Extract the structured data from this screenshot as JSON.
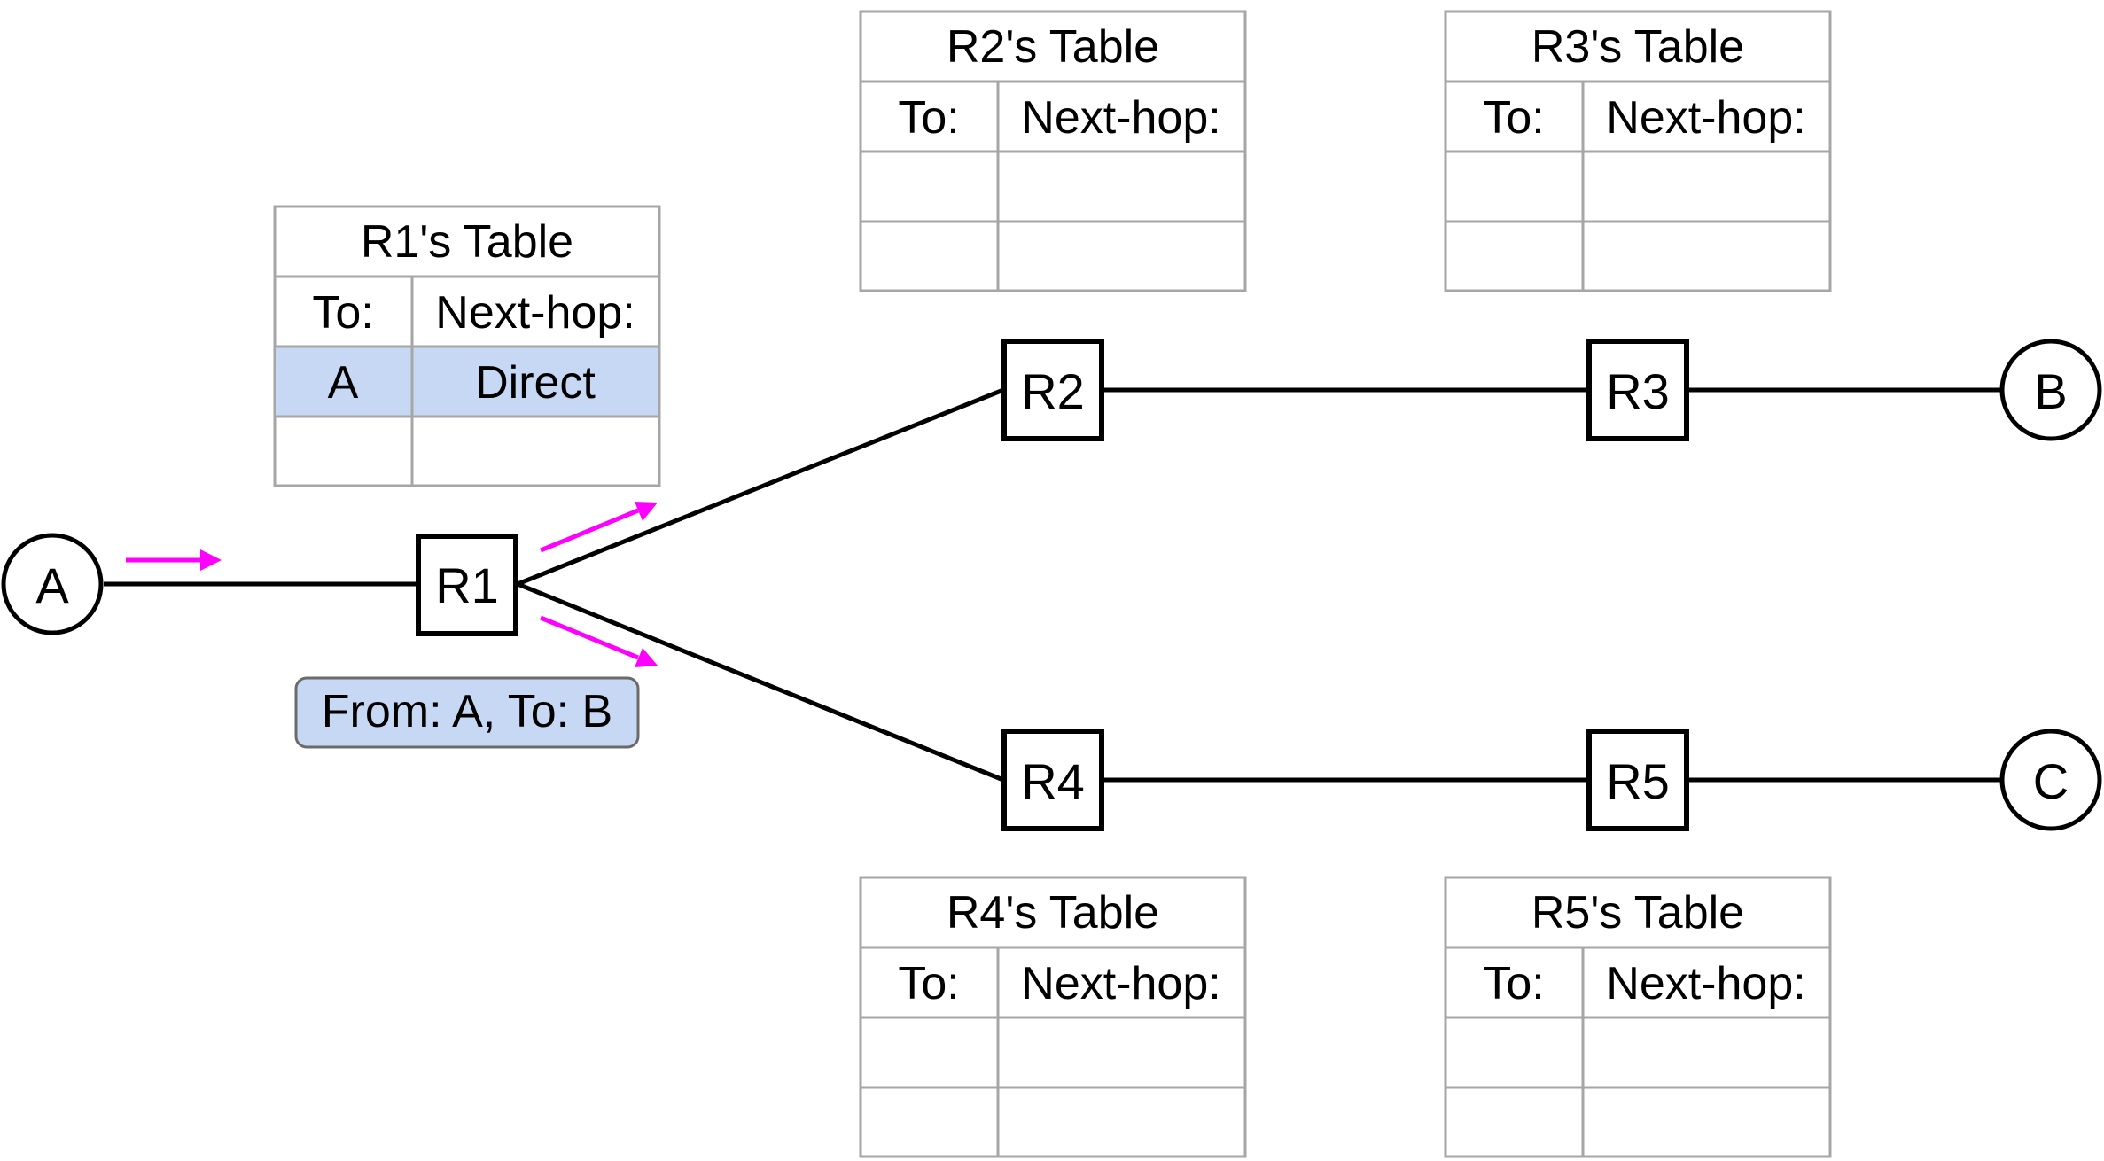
{
  "routers": {
    "r1": "R1",
    "r2": "R2",
    "r3": "R3",
    "r4": "R4",
    "r5": "R5"
  },
  "hosts": {
    "a": "A",
    "b": "B",
    "c": "C"
  },
  "tables": {
    "r1": {
      "title": "R1's Table",
      "col_to": "To:",
      "col_next": "Next-hop:",
      "rows": [
        {
          "to": "A",
          "next": "Direct",
          "highlighted": true
        },
        {
          "to": "",
          "next": "",
          "highlighted": false
        }
      ]
    },
    "r2": {
      "title": "R2's Table",
      "col_to": "To:",
      "col_next": "Next-hop:",
      "rows": [
        {
          "to": "",
          "next": ""
        },
        {
          "to": "",
          "next": ""
        }
      ]
    },
    "r3": {
      "title": "R3's Table",
      "col_to": "To:",
      "col_next": "Next-hop:",
      "rows": [
        {
          "to": "",
          "next": ""
        },
        {
          "to": "",
          "next": ""
        }
      ]
    },
    "r4": {
      "title": "R4's Table",
      "col_to": "To:",
      "col_next": "Next-hop:",
      "rows": [
        {
          "to": "",
          "next": ""
        },
        {
          "to": "",
          "next": ""
        }
      ]
    },
    "r5": {
      "title": "R5's Table",
      "col_to": "To:",
      "col_next": "Next-hop:",
      "rows": [
        {
          "to": "",
          "next": ""
        },
        {
          "to": "",
          "next": ""
        }
      ]
    }
  },
  "packet": {
    "label": "From: A, To: B"
  },
  "colors": {
    "flow_arrow": "#ff00ff",
    "highlight": "#c6d8f3",
    "table_border": "#a6a6a6",
    "line": "#000000"
  }
}
